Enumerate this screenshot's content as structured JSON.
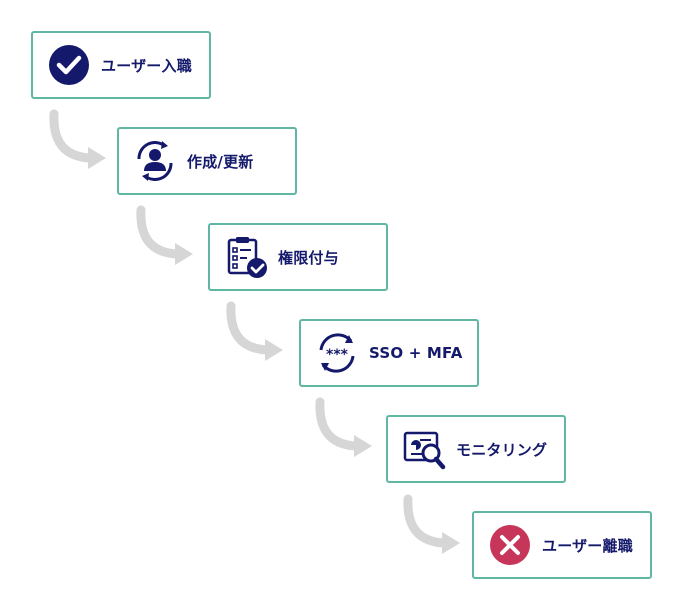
{
  "steps": [
    {
      "label": "ユーザー入職",
      "icon": "check-circle-icon"
    },
    {
      "label": "作成/更新",
      "icon": "user-refresh-icon"
    },
    {
      "label": "権限付与",
      "icon": "clipboard-check-icon"
    },
    {
      "label": "SSO + MFA",
      "icon": "password-refresh-icon"
    },
    {
      "label": "モニタリング",
      "icon": "document-search-icon"
    },
    {
      "label": "ユーザー離職",
      "icon": "close-circle-icon"
    }
  ],
  "colors": {
    "border": "#5fb7a3",
    "navy": "#14196b",
    "red": "#c8355a",
    "arrow": "#d6d6d6"
  }
}
